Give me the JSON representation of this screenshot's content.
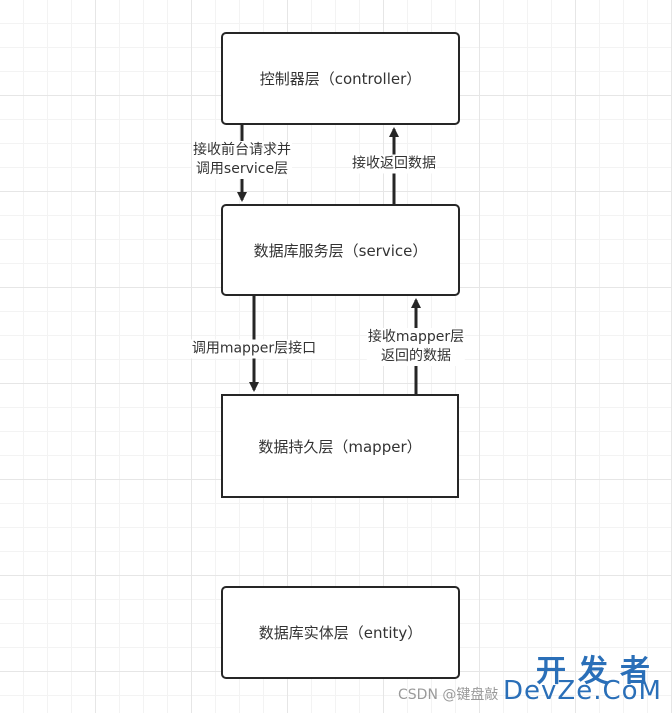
{
  "nodes": {
    "controller": "控制器层（controller）",
    "service": "数据库服务层（service）",
    "mapper": "数据持久层（mapper）",
    "entity": "数据库实体层（entity）"
  },
  "edges": {
    "controller_to_service": "接收前台请求并\n调用service层",
    "service_to_controller": "接收返回数据",
    "service_to_mapper": "调用mapper层接口",
    "mapper_to_service": "接收mapper层\n返回的数据"
  },
  "watermark": {
    "big_cn": "开发者",
    "big_en": "DevZe.CoM",
    "small": "CSDN @键盘敲"
  }
}
